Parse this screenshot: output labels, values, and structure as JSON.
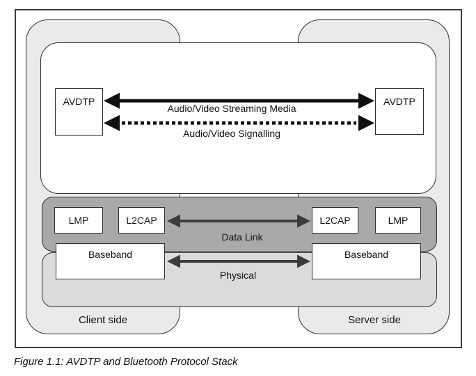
{
  "figure": {
    "caption": "Figure 1.1: AVDTP and Bluetooth Protocol Stack"
  },
  "diagram": {
    "client": {
      "label": "Client side",
      "avdtp": "AVDTP",
      "lmp": "LMP",
      "l2cap": "L2CAP",
      "baseband": "Baseband"
    },
    "server": {
      "label": "Server side",
      "avdtp": "AVDTP",
      "lmp": "LMP",
      "l2cap": "L2CAP",
      "baseband": "Baseband"
    },
    "links": {
      "streaming": "Audio/Video Streaming Media",
      "signalling": "Audio/Video Signalling",
      "datalink": "Data Link",
      "physical": "Physical"
    },
    "colors": {
      "outline": "#2e2e2e",
      "frame_border": "#3a3a3a",
      "side_fill": "#eaeaea",
      "datalink_band_fill": "#a9a9a9",
      "physical_band_fill": "#dbdbdb",
      "arrow_black": "#0f0f0f",
      "arrow_gray": "#3c3c3c",
      "text": "#111111"
    }
  }
}
